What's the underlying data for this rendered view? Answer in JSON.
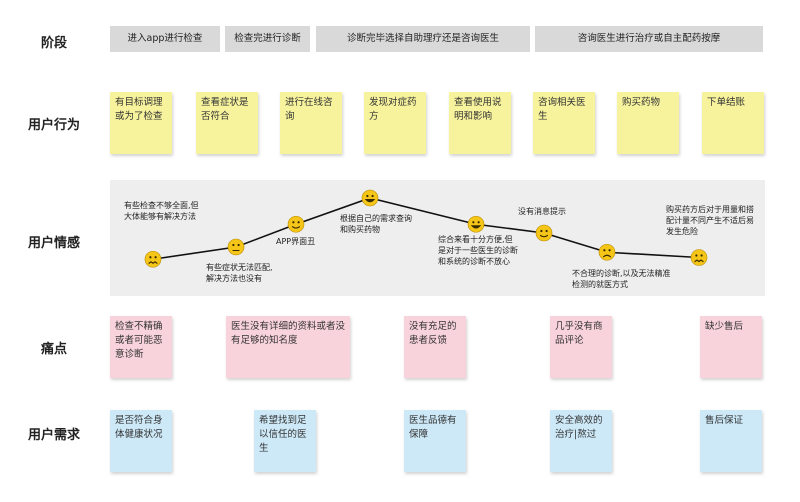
{
  "rows": {
    "stage": "阶段",
    "actions": "用户行为",
    "emotion": "用户情感",
    "pain": "痛点",
    "needs": "用户需求"
  },
  "stages": [
    "进入app进行检查",
    "检查完进行诊断",
    "诊断完毕选择自助理疗还是咨询医生",
    "咨询医生进行治疗或自主配药按摩"
  ],
  "actions": [
    "有目标调理或为了检查",
    "查看症状是否符合",
    "进行在线咨询",
    "发现对症药方",
    "查看使用说明和影响",
    "咨询相关医生",
    "购买药物",
    "下单结账"
  ],
  "emotions": [
    {
      "mood": "frown",
      "level": 1.5,
      "label": ""
    },
    {
      "mood": "neutral",
      "level": 2.2,
      "label": "有些症状无法匹配,解决方法也没有"
    },
    {
      "mood": "smile",
      "level": 3.5,
      "label": "APP界面丑"
    },
    {
      "mood": "happy",
      "level": 5,
      "label": "根据自己的需求查询和购买药物"
    },
    {
      "mood": "happy",
      "level": 3.5,
      "label": "综合来看十分方便,但是对于一些医生的诊断和系统的诊断不放心"
    },
    {
      "mood": "smile",
      "level": 3.0,
      "label": "没有消息提示"
    },
    {
      "mood": "sad",
      "level": 1.9,
      "label": "不合理的诊断,以及无法精准检测的就医方式"
    },
    {
      "mood": "frown",
      "level": 1.6,
      "label": "购买药方后对于用量和搭配计量不同产生不适后易发生危险"
    }
  ],
  "emotion_start_label": "有些检查不够全面,但大体能够有解决方法",
  "pains": [
    "检查不精确或者可能恶意诊断",
    "医生没有详细的资料或者没有足够的知名度",
    "没有充足的患者反馈",
    "几乎没有商品评论",
    "缺少售后"
  ],
  "needs": [
    "是否符合身体健康状况",
    "希望找到足以信任的医生",
    "医生品德有保障",
    "安全高效的治疗|熬过",
    "售后保证"
  ],
  "colors": {
    "stage": "#d9d9d9",
    "action_note": "#f7f39d",
    "pain_note": "#f8d3dc",
    "need_note": "#cde9f8",
    "emoji": "#f5c518",
    "curve": "#111111"
  }
}
